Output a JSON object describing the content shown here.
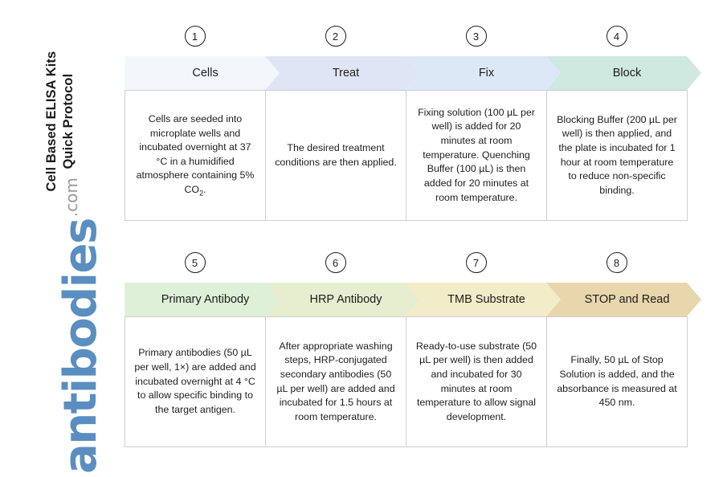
{
  "document": {
    "title_line_1": "Cell Based ELISA Kits",
    "title_line_2": "Quick Protocol",
    "title": "Cell Based ELISA Kits\nQuick Protocol"
  },
  "brand": {
    "name": "antibodies",
    "tld": ".com",
    "name_color": "#5a8ec0",
    "tld_color": "#9a9a9a"
  },
  "rows": [
    {
      "row_id": "row-1",
      "steps": [
        {
          "number": "1",
          "label": "Cells",
          "fill": "#f2f7fc",
          "border": "#6b8fb5",
          "body": "Cells are seeded into microplate wells and incubated overnight at 37 °C in a humidified atmosphere containing 5% CO₂."
        },
        {
          "number": "2",
          "label": "Treat",
          "fill": "#dfe5f5",
          "border": "#4a6f9e",
          "body": "The desired treatment conditions are then applied."
        },
        {
          "number": "3",
          "label": "Fix",
          "fill": "#dde8f7",
          "border": "#3f6690",
          "body": "Fixing solution (100 µL per well) is added for 20 minutes at room temperature. Quenching Buffer (100 µL) is then added for 20 minutes at room temperature."
        },
        {
          "number": "4",
          "label": "Block",
          "fill": "#cfe8e0",
          "border": "#3b6a63",
          "body": "Blocking Buffer (200 µL per well) is then applied, and the plate is incubated for 1 hour at room temperature to reduce non-specific binding."
        }
      ]
    },
    {
      "row_id": "row-2",
      "steps": [
        {
          "number": "5",
          "label": "Primary Antibody",
          "fill": "#dff0d8",
          "border": "#3e7a33",
          "body": "Primary antibodies (50 µL per well, 1×) are added and incubated overnight at 4 °C to allow specific binding to the target antigen."
        },
        {
          "number": "6",
          "label": "HRP Antibody",
          "fill": "#e7edcf",
          "border": "#8a7a27",
          "body": "After appropriate washing steps, HRP-conjugated secondary antibodies (50 µL per well) are added and incubated for 1.5 hours at room temperature."
        },
        {
          "number": "7",
          "label": "TMB Substrate",
          "fill": "#f3ecc8",
          "border": "#8f7a28",
          "body": "Ready-to-use substrate (50 µL per well) is then added and incubated for 30 minutes at room temperature to allow signal development."
        },
        {
          "number": "8",
          "label": "STOP and Read",
          "fill": "#e8d6ac",
          "border": "#8a6e2a",
          "body": "Finally, 50 µL of Stop Solution is added, and the absorbance is measured at 450 nm."
        }
      ]
    }
  ],
  "layout": {
    "step_width": 175,
    "chevron_overlap": 0,
    "body_border_color": "#cfcfcf"
  }
}
